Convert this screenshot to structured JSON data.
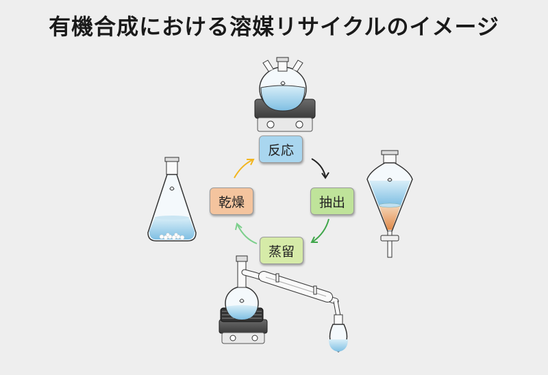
{
  "title": "有機合成における溶媒リサイクルのイメージ",
  "steps": {
    "reaction": {
      "label": "反応",
      "color": "#a9d6ef"
    },
    "extraction": {
      "label": "抽出",
      "color": "#bfe39a"
    },
    "distillation": {
      "label": "蒸留",
      "color": "#d6eba8"
    },
    "drying": {
      "label": "乾燥",
      "color": "#f4c49e"
    }
  },
  "arrow_colors": {
    "reaction_to_extraction": "#222222",
    "extraction_to_distillation": "#3fa64a",
    "distillation_to_drying": "#7ccf8c",
    "drying_to_reaction": "#f2b51e"
  }
}
